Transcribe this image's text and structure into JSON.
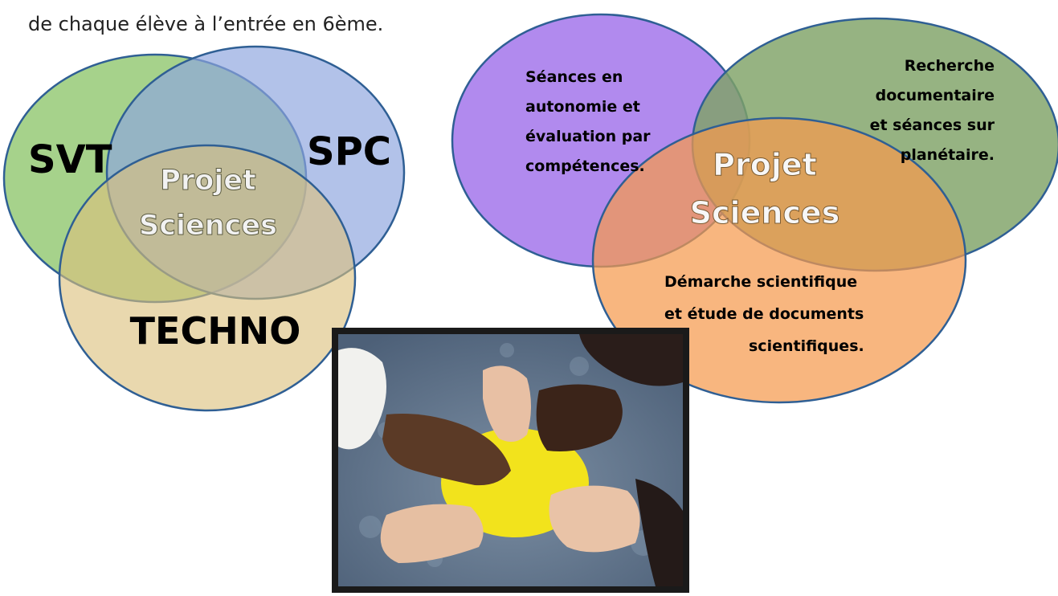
{
  "intro_text": "de chaque élève à l’entrée en 6ème.",
  "left_venn": {
    "circles": [
      {
        "label": "SVT",
        "color": "#8dc56a"
      },
      {
        "label": "SPC",
        "color": "#8ea5df"
      },
      {
        "label": "TECHNO",
        "color": "#dcc07c"
      }
    ],
    "center_line1": "Projet",
    "center_line2": "Sciences"
  },
  "right_venn": {
    "purple": {
      "color": "#a070ea",
      "lines": [
        "Séances en",
        "autonomie et",
        "évaluation par",
        "compétences."
      ]
    },
    "green": {
      "color": "#7fa266",
      "lines": [
        "Recherche",
        "documentaire",
        "et séances sur",
        "planétaire."
      ]
    },
    "orange": {
      "color": "#f59a4d",
      "lines": [
        "Démarche scientifique",
        "et étude de documents",
        "scientifiques."
      ]
    },
    "center_line1": "Projet",
    "center_line2": "Sciences"
  }
}
